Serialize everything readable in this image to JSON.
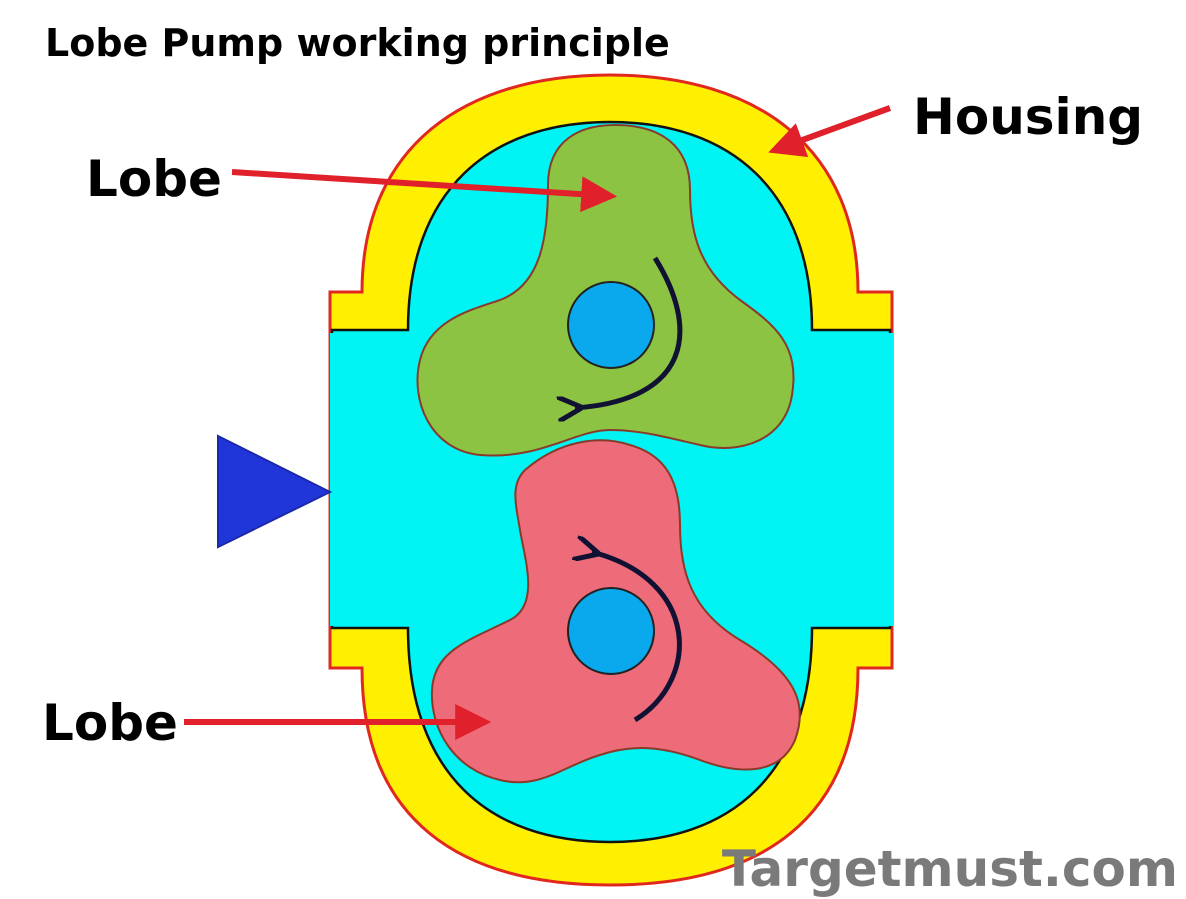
{
  "title": "Lobe Pump working principle",
  "labels": {
    "housing": "Housing",
    "lobe_top": "Lobe",
    "lobe_bottom": "Lobe"
  },
  "watermark": "Targetmust.com",
  "colors": {
    "housing": "#ffef00",
    "housing_outline": "#e0281e",
    "fluid": "#00f4f4",
    "lobe_top": "#8dc342",
    "lobe_bottom": "#ee6b79",
    "shaft": "#0aa8ec",
    "leader_arrow": "#e0202a",
    "inlet_arrow": "#2136d9",
    "rotation_arrow": "#111133",
    "watermark": "#7a7a7a"
  },
  "icons": {
    "inlet": "flow-direction-arrow-icon",
    "rotation_top": "clockwise-rotation-arrow-icon",
    "rotation_bottom": "counterclockwise-rotation-arrow-icon"
  }
}
